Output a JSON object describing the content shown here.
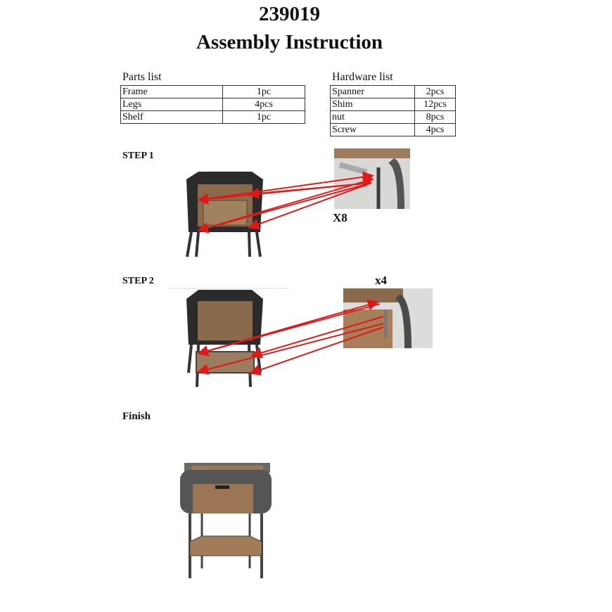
{
  "header": {
    "code": "239019",
    "title": "Assembly Instruction"
  },
  "parts_list": {
    "caption": "Parts list",
    "rows": [
      [
        "Frame",
        "1pc"
      ],
      [
        "Legs",
        "4pcs"
      ],
      [
        "Shelf",
        "1pc"
      ]
    ]
  },
  "hardware_list": {
    "caption": "Hardware list",
    "rows": [
      [
        "Spanner",
        "2pcs"
      ],
      [
        "Shim",
        "12pcs"
      ],
      [
        "nut",
        "8pcs"
      ],
      [
        "Screw",
        "4pcs"
      ]
    ]
  },
  "steps": [
    {
      "label": "STEP 1",
      "multiplier": "X8"
    },
    {
      "label": "STEP 2",
      "multiplier": "x4"
    }
  ],
  "finish": {
    "label": "Finish"
  },
  "colors": {
    "arrow": "#e01818",
    "frame": "#2b2b2b",
    "wood": "#8a6a4c"
  }
}
